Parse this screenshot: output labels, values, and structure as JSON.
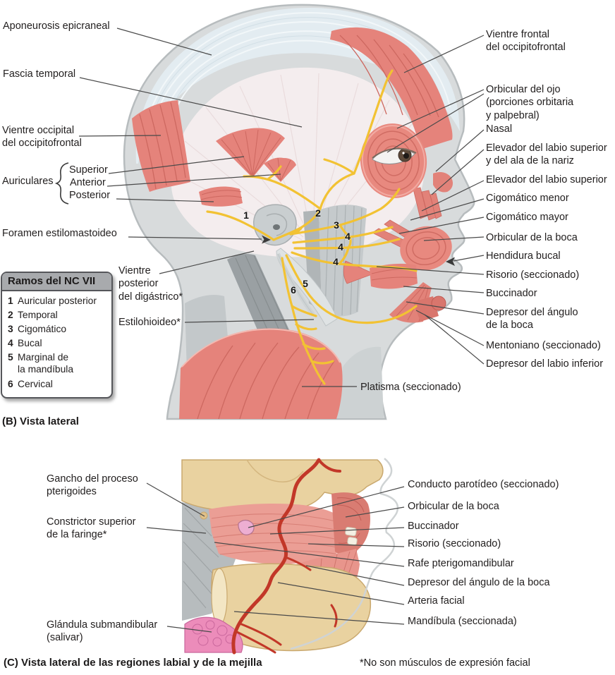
{
  "colors": {
    "muscle_red": "#e5837b",
    "nerve_yellow": "#f2c233",
    "aponeurosis_blue": "#e3ecf1",
    "bone_tan": "#e9d2a0",
    "artery_red": "#c23728",
    "gland_pink": "#ec8cba",
    "label_text": "#232020"
  },
  "legend": {
    "title": "Ramos del NC VII",
    "items": [
      {
        "num": "1",
        "text": "Auricular posterior"
      },
      {
        "num": "2",
        "text": "Temporal"
      },
      {
        "num": "3",
        "text": "Cigomático"
      },
      {
        "num": "4",
        "text": "Bucal"
      },
      {
        "num": "5",
        "text": "Marginal de\nla mandíbula"
      },
      {
        "num": "6",
        "text": "Cervical"
      }
    ]
  },
  "panel_b": {
    "caption": "(B) Vista lateral",
    "labels": {
      "aponeurosis": "Aponeurosis epicraneal",
      "fascia_temporal": "Fascia temporal",
      "vientre_occipital": "Vientre occipital\ndel occipitofrontal",
      "auriculares": "Auriculares",
      "auricular_superior": "Superior",
      "auricular_anterior": "Anterior",
      "auricular_posterior": "Posterior",
      "foramen": "Foramen estilomastoideo",
      "digastrico": "Vientre\nposterior\ndel digástrico*",
      "estilohioideo": "Estilohioideo*",
      "vientre_frontal": "Vientre frontal\ndel occipitofrontal",
      "orbicular_ojo": "Orbicular del ojo\n(porciones orbitaria\ny palpebral)",
      "nasal": "Nasal",
      "elevador_labio_ala": "Elevador del labio superior\ny del ala de la nariz",
      "elevador_labio": "Elevador del labio superior",
      "cigomatico_menor": "Cigomático menor",
      "cigomatico_mayor": "Cigomático mayor",
      "orbicular_boca": "Orbicular de la boca",
      "hendidura_bucal": "Hendidura bucal",
      "risorio": "Risorio (seccionado)",
      "buccinador": "Buccinador",
      "depresor_angulo": "Depresor del ángulo\nde la boca",
      "mentoniano": "Mentoniano (seccionado)",
      "depresor_labio_inferior": "Depresor del labio inferior",
      "platisma": "Platisma (seccionado)"
    },
    "nerve_numbers": {
      "n1": "1",
      "n2": "2",
      "n3": "3",
      "n4a": "4",
      "n4b": "4",
      "n4c": "4",
      "n5": "5",
      "n6": "6"
    }
  },
  "panel_c": {
    "caption": "(C) Vista lateral de las regiones labial y de la mejilla",
    "labels": {
      "gancho": "Gancho del proceso\npterigoides",
      "constrictor": "Constrictor superior\nde la faringe*",
      "glandula": "Glándula submandibular\n(salivar)",
      "conducto_parotideo": "Conducto parotídeo (seccionado)",
      "orbicular_boca": "Orbicular de la boca",
      "buccinador": "Buccinador",
      "risorio": "Risorio (seccionado)",
      "rafe": "Rafe pterigomandibular",
      "depresor_angulo": "Depresor del ángulo de la boca",
      "arteria_facial": "Arteria facial",
      "mandibula": "Mandíbula (seccionada)"
    }
  },
  "footnote": "*No son músculos de expresión facial"
}
